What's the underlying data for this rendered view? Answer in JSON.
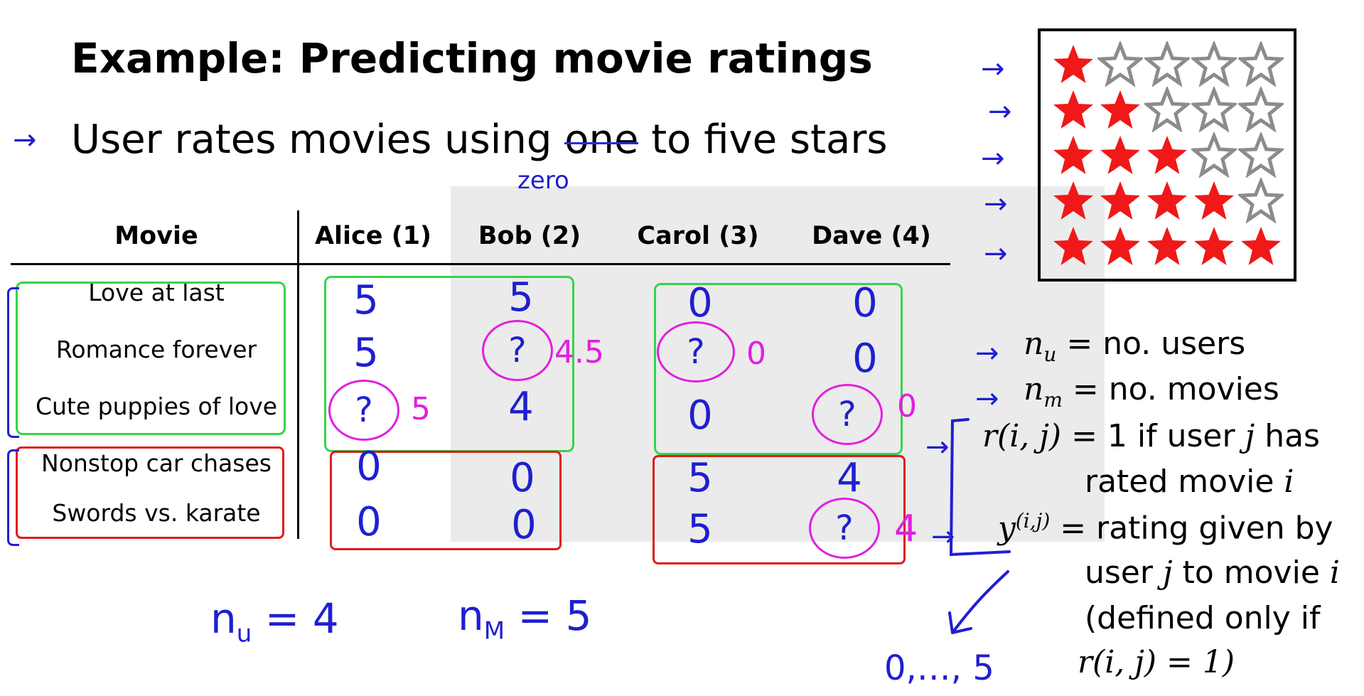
{
  "title": "Example: Predicting movie ratings",
  "subtitle": {
    "before": "User rates movies using ",
    "struck": "one",
    "after": " to five stars",
    "correction": "zero"
  },
  "table": {
    "movie_header": "Movie",
    "users": [
      "Alice (1)",
      "Bob (2)",
      "Carol (3)",
      "Dave (4)"
    ],
    "movies": [
      "Love at last",
      "Romance forever",
      "Cute puppies of love",
      "Nonstop car chases",
      "Swords vs. karate"
    ],
    "ratings": [
      [
        "5",
        "5",
        "0",
        "0"
      ],
      [
        "5",
        "?",
        "?",
        "0"
      ],
      [
        "?",
        "4",
        "0",
        "?"
      ],
      [
        "0",
        "0",
        "5",
        "4"
      ],
      [
        "0",
        "0",
        "5",
        "?"
      ]
    ],
    "predictions": {
      "bob_romance": "4.5",
      "carol_romance": "0",
      "alice_puppies": "5",
      "dave_puppies": "0",
      "dave_swords": "4"
    }
  },
  "star_scale": {
    "filled_per_row": [
      1,
      2,
      3,
      4,
      5
    ],
    "max_stars": 5,
    "filled_color": "#f01818",
    "empty_color": "#8c8c8c"
  },
  "annotations": {
    "nu_eq": "n",
    "nu_sub": "u",
    "nu_val": "= 4",
    "nm_eq": "n",
    "nm_sub": "M",
    "nm_val": "= 5",
    "range": "0,…, 5",
    "arrow": "→"
  },
  "definitions": {
    "nu_sym": "n",
    "nu_sub": "u",
    "nu_text": "= no. users",
    "nm_sym": "n",
    "nm_sub": "m",
    "nm_text": "= no. movies",
    "r_sym": "r(i, j)",
    "r_text_1": "= 1 if user ",
    "r_j": "j",
    "r_text_2": " has",
    "r_text_3": "rated movie ",
    "r_i": "i",
    "y_sym": "y",
    "y_sup": "(i,j)",
    "y_text_1": "= rating given by",
    "y_text_2": "user ",
    "y_j": "j",
    "y_text_3": " to movie ",
    "y_i": "i",
    "y_text_4": "(defined only if",
    "y_text_5": "r(i, j) = 1)"
  },
  "colors": {
    "ink_blue": "#1f1fd1",
    "ink_magenta": "#e21ee0",
    "box_green": "#37d34b",
    "box_red": "#e01b1b",
    "shade": "#ebebeb"
  }
}
